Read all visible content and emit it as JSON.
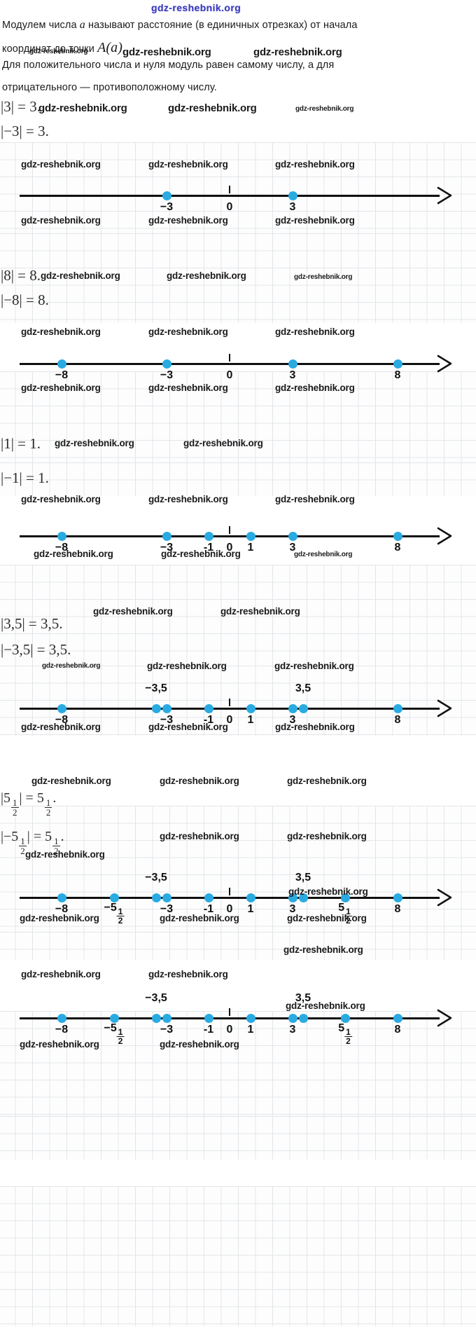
{
  "watermark_text": "gdz-reshebnik.org",
  "accent_color": "#29abe2",
  "title_color": "#3b3bbf",
  "header": {
    "site_title": "gdz-reshebnik.org"
  },
  "definition": {
    "line1_a": "Модулем числа",
    "line1_var": "a",
    "line1_b": "называют расстояние (в единичных отрезках) от начала",
    "line2_a": "координат до точки",
    "line2_point": "A(a).",
    "line3": "Для положительного числа и нуля модуль равен самому числу, а для",
    "line4": "отрицательного — противоположному числу."
  },
  "examples": [
    {
      "positive": "|3| = 3.",
      "negative": "|−3| = 3."
    },
    {
      "positive": "|8| = 8.",
      "negative": "|−8| = 8."
    },
    {
      "positive": "|1| = 1.",
      "negative": "|−1| = 1."
    },
    {
      "positive": "|3,5| = 3,5.",
      "negative": "|−3,5| = 3,5."
    }
  ],
  "fraction_examples": {
    "positive": {
      "whole": "5",
      "num": "1",
      "den": "2",
      "eq": "=",
      "res_whole": "5",
      "res_num": "1",
      "res_den": "2",
      "dot": "."
    },
    "negative": {
      "whole": "−5",
      "num": "1",
      "den": "2",
      "eq": "=",
      "res_whole": "5",
      "res_num": "1",
      "res_den": "2",
      "dot": "."
    }
  },
  "chart_data": [
    {
      "type": "scatter",
      "name": "number-line-1",
      "title": "",
      "xlabel": "",
      "ylabel": "",
      "xlim": [
        -10,
        10
      ],
      "grid": true,
      "origin_tick": "0",
      "points": [
        {
          "value": -3,
          "label": "−3",
          "position": "below"
        },
        {
          "value": 3,
          "label": "3",
          "position": "below"
        }
      ]
    },
    {
      "type": "scatter",
      "name": "number-line-2",
      "title": "",
      "xlabel": "",
      "ylabel": "",
      "xlim": [
        -10,
        10
      ],
      "grid": true,
      "origin_tick": "0",
      "points": [
        {
          "value": -8,
          "label": "−8",
          "position": "below"
        },
        {
          "value": -3,
          "label": "−3",
          "position": "below"
        },
        {
          "value": 3,
          "label": "3",
          "position": "below"
        },
        {
          "value": 8,
          "label": "8",
          "position": "below"
        }
      ]
    },
    {
      "type": "scatter",
      "name": "number-line-3",
      "title": "",
      "xlabel": "",
      "ylabel": "",
      "xlim": [
        -10,
        10
      ],
      "grid": true,
      "origin_tick": "0",
      "points": [
        {
          "value": -8,
          "label": "−8",
          "position": "below"
        },
        {
          "value": -3,
          "label": "−3",
          "position": "below"
        },
        {
          "value": -1,
          "label": "-1",
          "position": "below"
        },
        {
          "value": 1,
          "label": "1",
          "position": "below"
        },
        {
          "value": 3,
          "label": "3",
          "position": "below"
        },
        {
          "value": 8,
          "label": "8",
          "position": "below"
        }
      ]
    },
    {
      "type": "scatter",
      "name": "number-line-4",
      "title": "",
      "xlabel": "",
      "ylabel": "",
      "xlim": [
        -10,
        10
      ],
      "grid": true,
      "origin_tick": "0",
      "points": [
        {
          "value": -8,
          "label": "−8",
          "position": "below"
        },
        {
          "value": -3.5,
          "label": "−3,5",
          "position": "above"
        },
        {
          "value": -3,
          "label": "−3",
          "position": "below"
        },
        {
          "value": -1,
          "label": "-1",
          "position": "below"
        },
        {
          "value": 1,
          "label": "1",
          "position": "below"
        },
        {
          "value": 3,
          "label": "3",
          "position": "below"
        },
        {
          "value": 3.5,
          "label": "3,5",
          "position": "above"
        },
        {
          "value": 8,
          "label": "8",
          "position": "below"
        }
      ]
    },
    {
      "type": "scatter",
      "name": "number-line-5",
      "title": "",
      "xlabel": "",
      "ylabel": "",
      "xlim": [
        -10,
        10
      ],
      "grid": true,
      "origin_tick": "0",
      "points": [
        {
          "value": -8,
          "label": "−8",
          "position": "below"
        },
        {
          "value": -5.5,
          "label": "−5½",
          "position": "below-frac"
        },
        {
          "value": -3.5,
          "label": "−3,5",
          "position": "above"
        },
        {
          "value": -3,
          "label": "−3",
          "position": "below"
        },
        {
          "value": -1,
          "label": "-1",
          "position": "below"
        },
        {
          "value": 1,
          "label": "1",
          "position": "below"
        },
        {
          "value": 3,
          "label": "3",
          "position": "below"
        },
        {
          "value": 3.5,
          "label": "3,5",
          "position": "above"
        },
        {
          "value": 5.5,
          "label": "5½",
          "position": "below-frac"
        },
        {
          "value": 8,
          "label": "8",
          "position": "below"
        }
      ]
    },
    {
      "type": "scatter",
      "name": "number-line-6",
      "title": "",
      "xlabel": "",
      "ylabel": "",
      "xlim": [
        -10,
        10
      ],
      "grid": true,
      "origin_tick": "0",
      "points": [
        {
          "value": -8,
          "label": "−8",
          "position": "below"
        },
        {
          "value": -5.5,
          "label": "−5½",
          "position": "below-frac"
        },
        {
          "value": -3.5,
          "label": "−3,5",
          "position": "above"
        },
        {
          "value": -3,
          "label": "−3",
          "position": "below"
        },
        {
          "value": -1,
          "label": "-1",
          "position": "below"
        },
        {
          "value": 1,
          "label": "1",
          "position": "below"
        },
        {
          "value": 3,
          "label": "3",
          "position": "below"
        },
        {
          "value": 3.5,
          "label": "3,5",
          "position": "above"
        },
        {
          "value": 5.5,
          "label": "5½",
          "position": "below-frac"
        },
        {
          "value": 8,
          "label": "8",
          "position": "below"
        }
      ]
    }
  ]
}
